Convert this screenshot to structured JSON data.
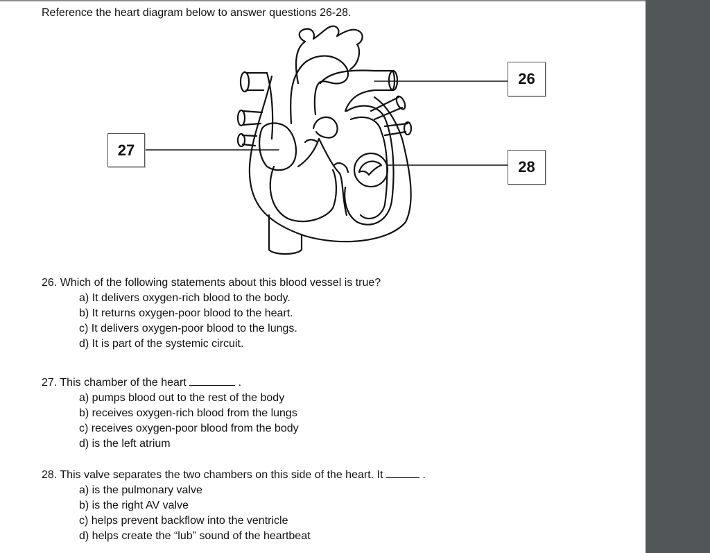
{
  "intro": "Reference the heart diagram below to answer questions 26-28.",
  "labels": {
    "l26": "26",
    "l27": "27",
    "l28": "28"
  },
  "questions": [
    {
      "stem": "26. Which of the following statements about this blood vessel is true?",
      "options": [
        "a) It delivers oxygen-rich blood to the body.",
        "b) It returns oxygen-poor blood to the heart.",
        "c) It delivers oxygen-poor blood to the lungs.",
        "d) It is part of the systemic circuit."
      ]
    },
    {
      "stem": "27. This chamber of the heart",
      "stem_end": ".",
      "options": [
        "a) pumps blood out to the rest of the body",
        "b) receives oxygen-rich blood from the lungs",
        "c) receives oxygen-poor blood from the body",
        "d) is the left atrium"
      ]
    },
    {
      "stem": "28. This valve separates the two chambers on this side of the heart. It",
      "stem_end": ".",
      "options": [
        "a) is the pulmonary valve",
        "b) is the right AV valve",
        "c) helps prevent backflow into the ventricle",
        "d) helps create the “lub” sound of the heartbeat"
      ]
    }
  ]
}
